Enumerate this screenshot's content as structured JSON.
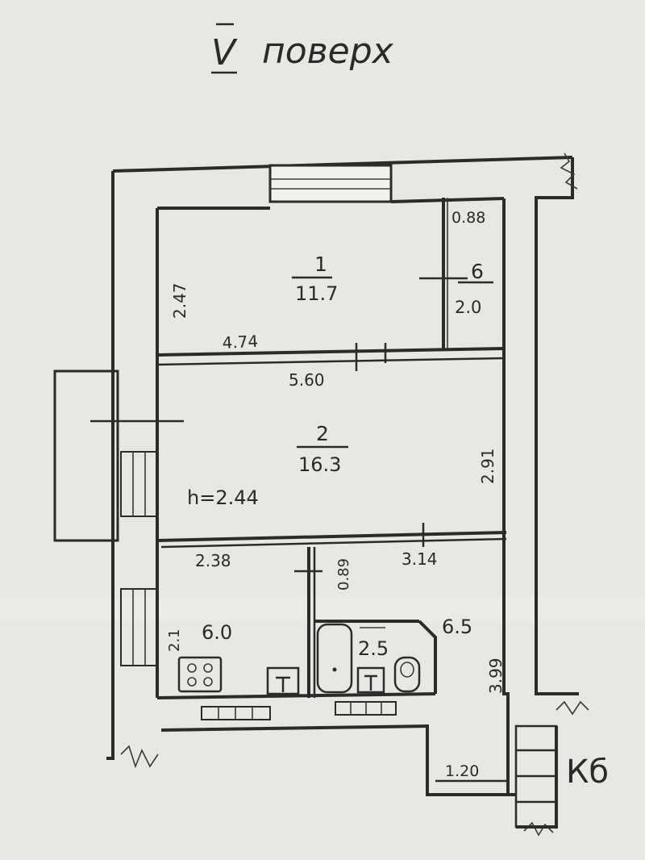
{
  "title": {
    "numeral": "V",
    "word": "поверх"
  },
  "rooms": [
    {
      "number": "1",
      "area": "11.7"
    },
    {
      "number": "2",
      "area": "16.3"
    },
    {
      "number": "6",
      "area": "2.0"
    },
    {
      "area_kitchen": "6.0"
    },
    {
      "area_bath": "2.5"
    },
    {
      "area_hall": "6.5"
    }
  ],
  "dimensions": {
    "d_247": "2.47",
    "d_474": "4.74",
    "d_088": "0.88",
    "d_560": "5.60",
    "d_291": "2.91",
    "d_244": "h=2.44",
    "d_238": "2.38",
    "d_089": "0.89",
    "d_314": "3.14",
    "d_21": "2.1",
    "d_399": "3.99",
    "d_120": "1.20"
  },
  "stair_label": "Кб"
}
